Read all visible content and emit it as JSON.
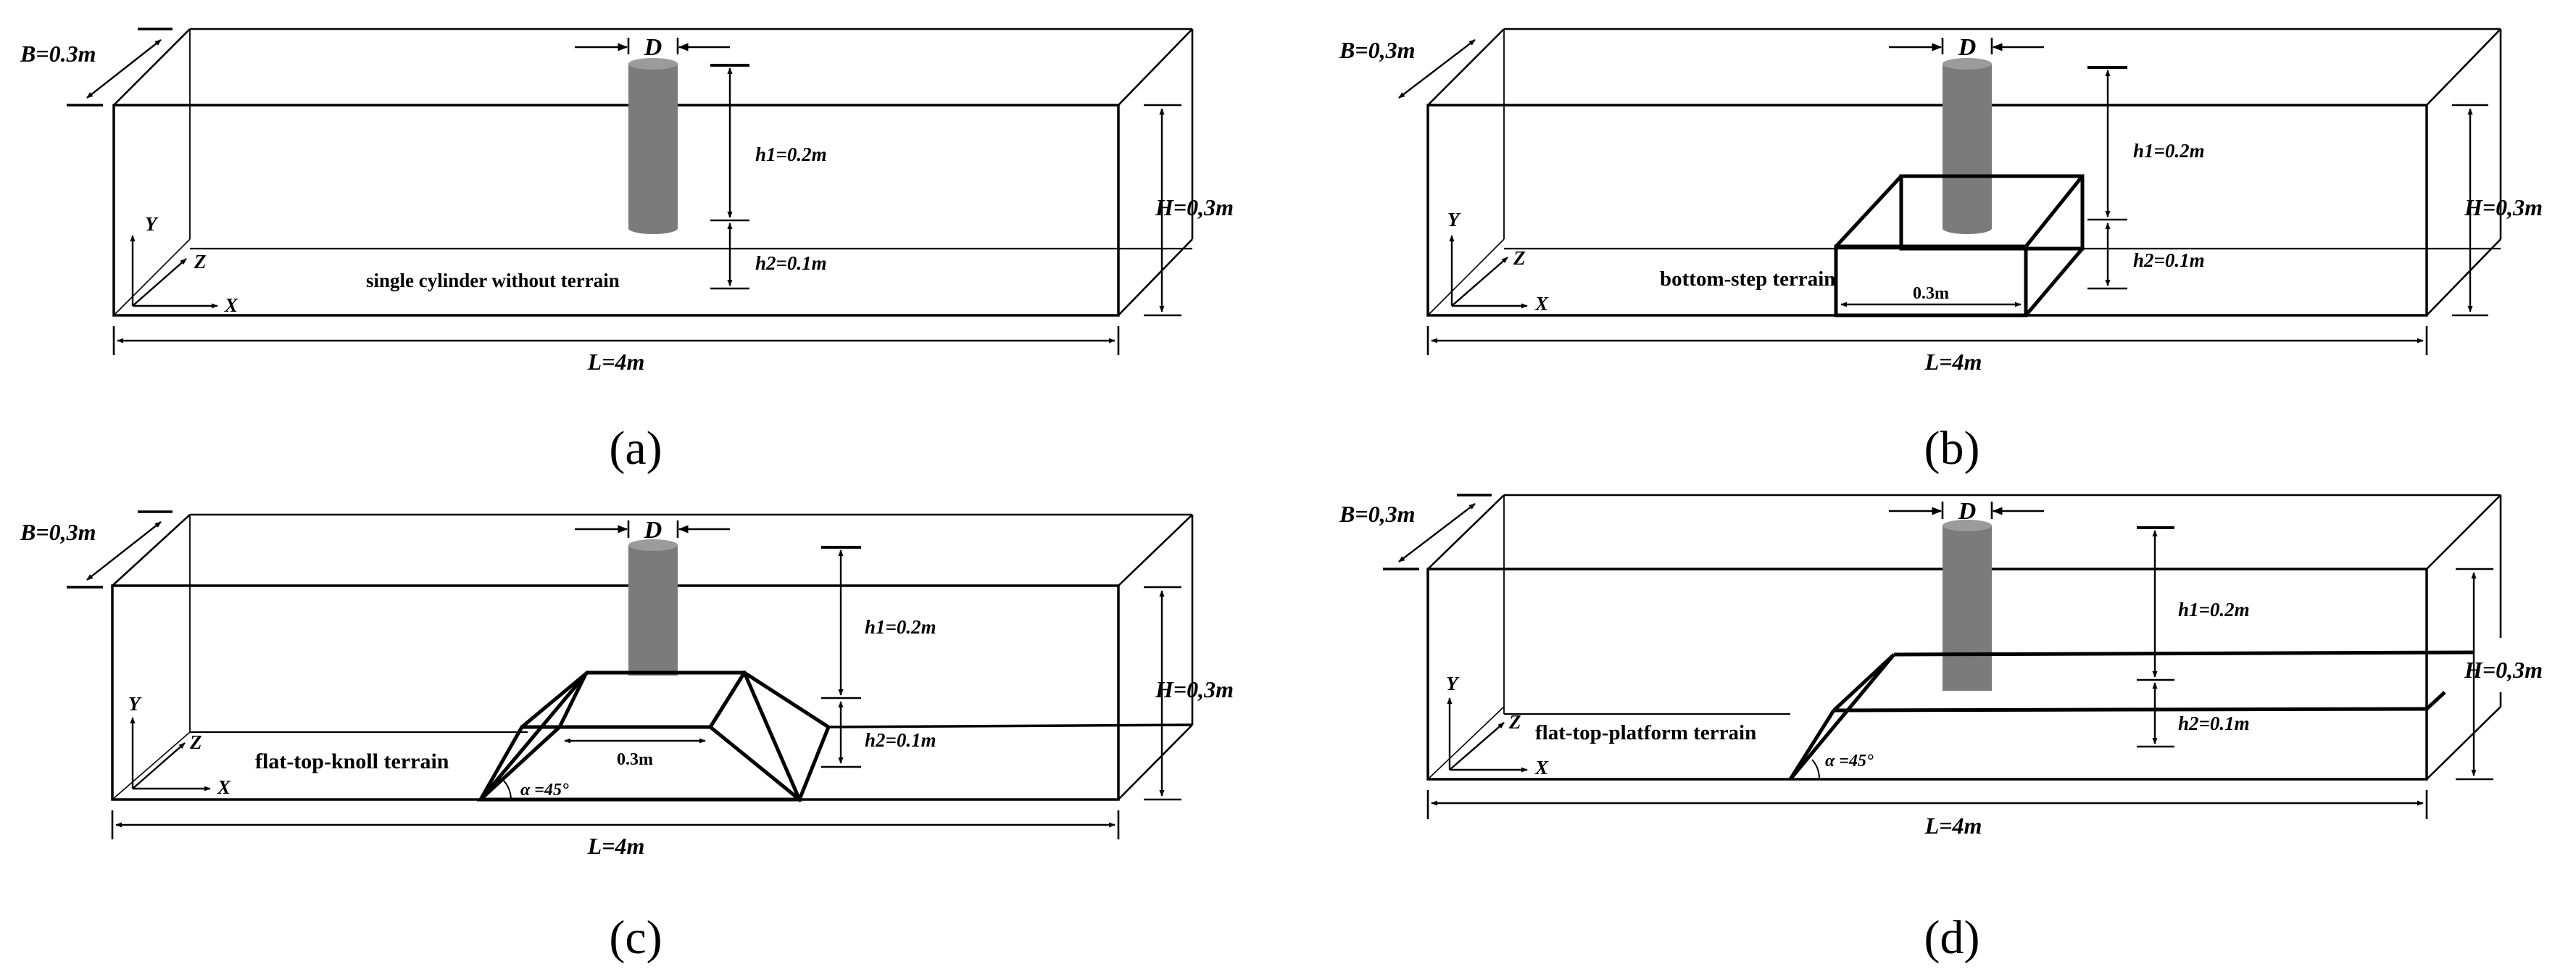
{
  "colors": {
    "cylinder": "#7b7b7b",
    "cylinder_top": "#9b9b9b",
    "line": "#000000",
    "background": "#ffffff"
  },
  "panels": [
    {
      "id": "a",
      "caption": "(a)",
      "labels": {
        "B": "B=0.3m",
        "D": "D",
        "h1": "h1=0.2m",
        "h2": "h2=0.1m",
        "H": "H=0,3m",
        "L": "L=4m",
        "terrain": "single cylinder without terrain",
        "axis_x": "X",
        "axis_y": "Y",
        "axis_z": "Z"
      }
    },
    {
      "id": "b",
      "caption": "(b)",
      "labels": {
        "B": "B=0,3m",
        "D": "D",
        "h1": "h1=0.2m",
        "h2": "h2=0.1m",
        "H": "H=0,3m",
        "L": "L=4m",
        "terrain": "bottom-step terrain",
        "width": "0.3m",
        "axis_x": "X",
        "axis_y": "Y",
        "axis_z": "Z"
      }
    },
    {
      "id": "c",
      "caption": "(c)",
      "labels": {
        "B": "B=0,3m",
        "D": "D",
        "h1": "h1=0.2m",
        "h2": "h2=0.1m",
        "H": "H=0,3m",
        "L": "L=4m",
        "terrain": "flat-top-knoll terrain",
        "width": "0.3m",
        "alpha": "α =45°",
        "axis_x": "X",
        "axis_y": "Y",
        "axis_z": "Z"
      }
    },
    {
      "id": "d",
      "caption": "(d)",
      "labels": {
        "B": "B=0,3m",
        "D": "D",
        "h1": "h1=0.2m",
        "h2": "h2=0.1m",
        "H": "H=0,3m",
        "L": "L=4m",
        "terrain": "flat-top-platform terrain",
        "alpha": "α =45°",
        "axis_x": "X",
        "axis_y": "Y",
        "axis_z": "Z"
      }
    }
  ]
}
